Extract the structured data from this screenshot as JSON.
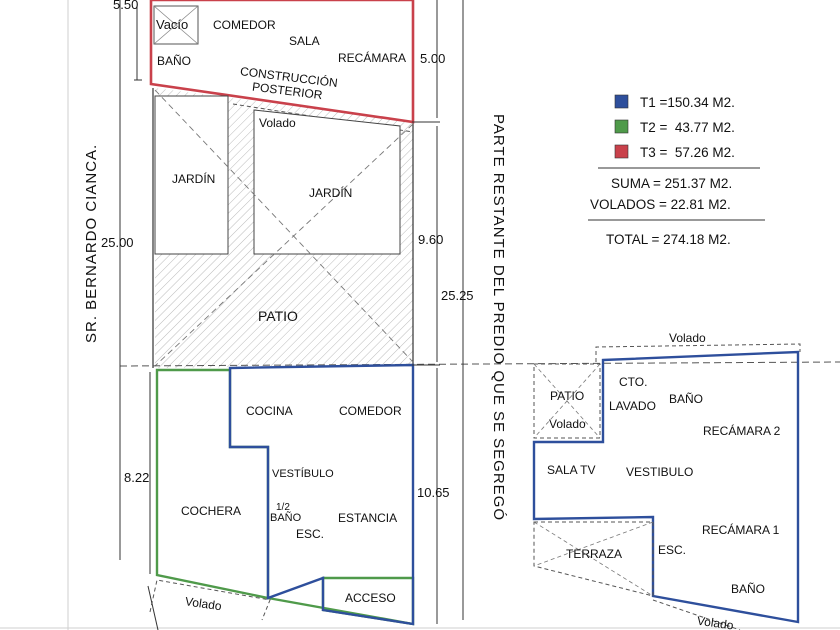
{
  "legend": {
    "t1": {
      "label": "T1 =150.34 M2.",
      "color": "#2e4f9c"
    },
    "t2": {
      "label": "T2 =  43.77 M2.",
      "color": "#4f9a4a"
    },
    "t3": {
      "label": "T3 =  57.26 M2.",
      "color": "#c9414b"
    },
    "suma": "SUMA = 251.37 M2.",
    "volados": "VOLADOS = 22.81 M2.",
    "total": "TOTAL = 274.18 M2."
  },
  "dimensions": {
    "top_width": "5.50",
    "top_depth": "5.00",
    "left_total": "25.00",
    "garden_depth": "9.60",
    "right_total": "25.25",
    "front_left": "8.22",
    "front_right": "10.65"
  },
  "streets": {
    "left": "SR. BERNARDO CIANCA.",
    "right": "PARTE RESTANTE DEL PREDIO QUE SE SEGREGÓ"
  },
  "rear": {
    "vacio": "Vacío",
    "comedor": "COMEDOR",
    "sala": "SALA",
    "recamara": "RECÁMARA",
    "bano": "BAÑO",
    "construccion_line1": "CONSTRUCCIÓN",
    "construccion_line2": "POSTERIOR"
  },
  "middle": {
    "volado": "Volado",
    "jardin_left": "JARDÍN",
    "jardin_right": "JARDÍN",
    "patio": "PATIO"
  },
  "ground_floor": {
    "cocina": "COCINA",
    "comedor": "COMEDOR",
    "vestibulo": "VESTÍBULO",
    "medio_bano_1": "1/2",
    "medio_bano_2": "BAÑO",
    "cochera": "COCHERA",
    "esc": "ESC.",
    "estancia": "ESTANCIA",
    "acceso": "ACCESO",
    "volado": "Volado"
  },
  "upper_floor": {
    "volado_top": "Volado",
    "patio": "PATIO",
    "volado_patio": "Volado",
    "cto": "CTO.",
    "lavado": "LAVADO",
    "bano_top": "BAÑO",
    "recamara2": "RECÁMARA 2",
    "sala_tv": "SALA TV",
    "vestibulo": "VESTIBULO",
    "terraza": "TERRAZA",
    "esc": "ESC.",
    "recamara1": "RECÁMARA 1",
    "bano_bottom": "BAÑO",
    "volado_bottom": "Volado"
  }
}
